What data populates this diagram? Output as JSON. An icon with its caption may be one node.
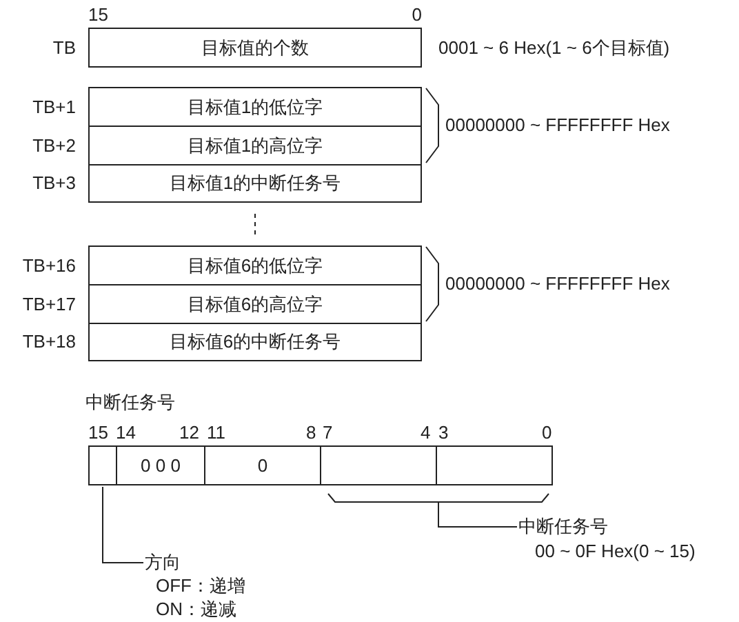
{
  "diagram": {
    "nodes": [
      {
        "text": [
          "目标值的个数"
        ],
        "beside": [
          "TB"
        ]
      },
      {
        "text": [
          "目标值1的低位字"
        ],
        "beside": [
          "TB+1"
        ]
      },
      {
        "text": [
          "目标值1的高位字"
        ],
        "beside": [
          "TB+2"
        ]
      },
      {
        "text": [
          "目标值1的中断任务号"
        ],
        "beside": [
          "TB+3"
        ]
      },
      {
        "text": [
          "目标值6的低位字"
        ],
        "beside": [
          "TB+16"
        ]
      },
      {
        "text": [
          "目标值6的高位字"
        ],
        "beside": [
          "TB+17"
        ]
      },
      {
        "text": [
          "目标值6的中断任务号"
        ],
        "beside": [
          "TB+18"
        ]
      },
      {
        "text": [],
        "shape": "box"
      },
      {
        "text": [
          "0 0 0"
        ]
      },
      {
        "text": [
          "0"
        ]
      },
      {
        "text": [],
        "shape": "box"
      },
      {
        "text": [],
        "shape": "box"
      },
      {
        "text": [
          "方向",
          "OFF：递增",
          "ON：递减"
        ]
      },
      {
        "text": [
          "中断任务号",
          "00 ~ 0F Hex(0 ~ 15)"
        ]
      }
    ],
    "edges": [
      {
        "from": 12,
        "to": 7,
        "arrow": "none"
      },
      {
        "from": 13,
        "to": 10,
        "arrow": "none"
      },
      {
        "from": 13,
        "to": 11,
        "arrow": "none"
      }
    ],
    "labels": [
      "15",
      "0",
      "0001 ~ 6 Hex(1 ~ 6个目标值)",
      "00000000 ~ FFFFFFFF Hex",
      "00000000 ~ FFFFFFFF Hex",
      "中断任务号",
      "15",
      "14",
      "12",
      "11",
      "8",
      "7",
      "4",
      "3",
      "0"
    ]
  }
}
